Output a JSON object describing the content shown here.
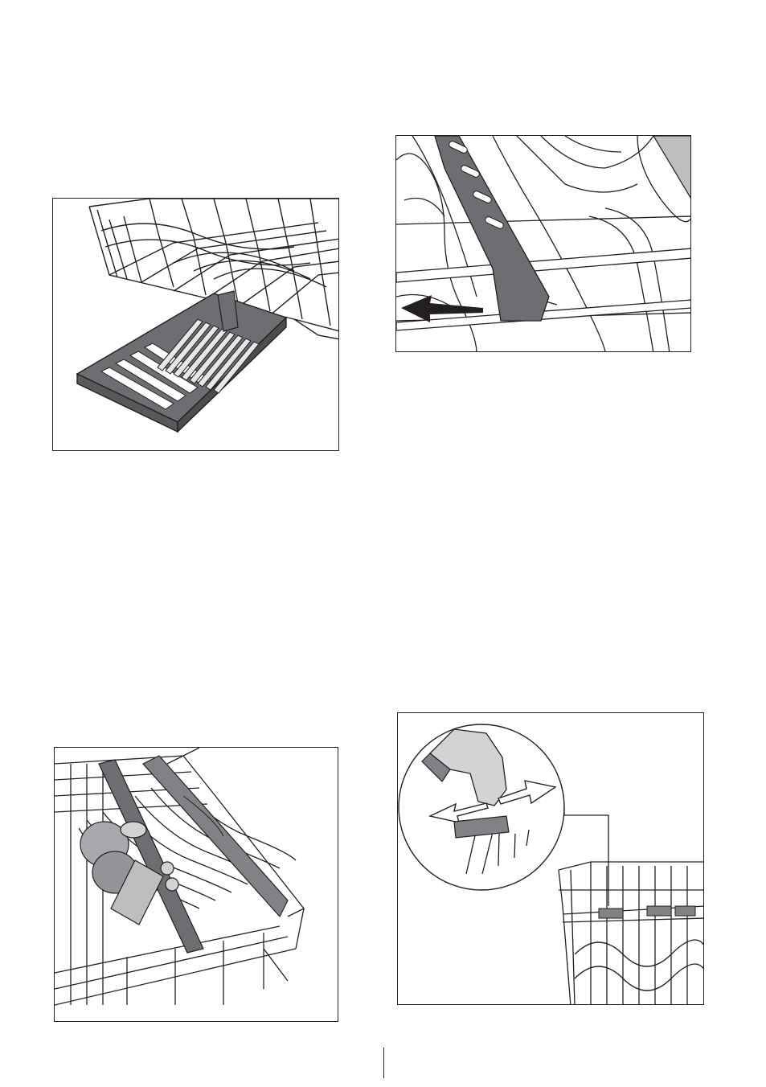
{
  "page": {
    "figures": [
      {
        "id": "fig1",
        "subject": "cutlery-drawer"
      },
      {
        "id": "fig2",
        "subject": "rack-fold-out-holder"
      },
      {
        "id": "fig3",
        "subject": "glass-rack-with-holder"
      },
      {
        "id": "fig4",
        "subject": "rack-height-adjustment"
      }
    ],
    "colors": {
      "line": "#231f20",
      "fill_grey": "#6d6e71",
      "light_grey": "#bcbec0",
      "skin": "#d1d3d4"
    }
  }
}
